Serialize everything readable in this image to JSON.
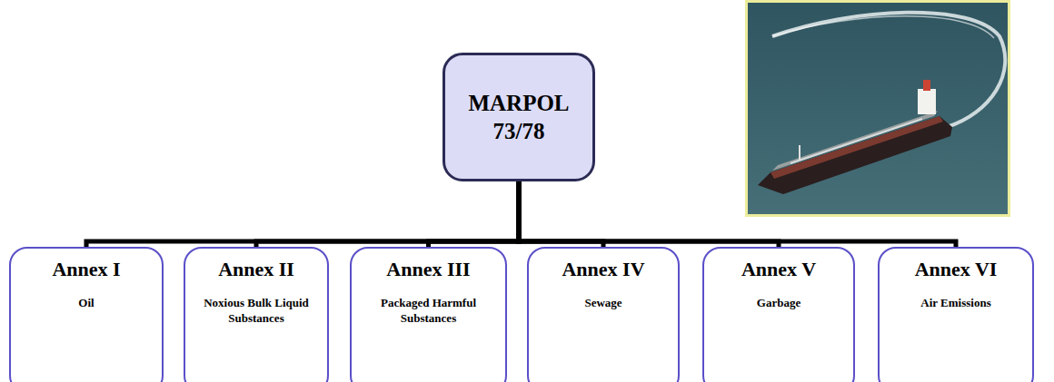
{
  "diagram": {
    "nodes": [
      {
        "text": [
          "MARPOL 73/78"
        ]
      },
      {
        "text": [
          "Annex I",
          "Oil"
        ]
      },
      {
        "text": [
          "Annex II",
          "Noxious Bulk Liquid Substances"
        ]
      },
      {
        "text": [
          "Annex III",
          "Packaged Harmful Substances"
        ]
      },
      {
        "text": [
          "Annex IV",
          "Sewage"
        ]
      },
      {
        "text": [
          "Annex V",
          "Garbage"
        ]
      },
      {
        "text": [
          "Annex VI",
          "Air Emissions"
        ]
      }
    ],
    "edges": [
      {
        "from": 0,
        "to": 1,
        "arrow": "none"
      },
      {
        "from": 0,
        "to": 2,
        "arrow": "none"
      },
      {
        "from": 0,
        "to": 3,
        "arrow": "none"
      },
      {
        "from": 0,
        "to": 4,
        "arrow": "none"
      },
      {
        "from": 0,
        "to": 5,
        "arrow": "none"
      },
      {
        "from": 0,
        "to": 6,
        "arrow": "none"
      }
    ]
  }
}
